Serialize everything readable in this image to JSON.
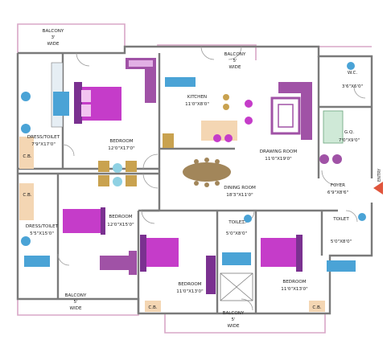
{
  "plan": {
    "entry_label": "ENTRY",
    "rooms": {
      "balcony_top_left": {
        "name": "BALCONY",
        "size1": "3'",
        "size2": "WIDE"
      },
      "balcony_top_mid": {
        "name": "BALCONY",
        "size1": "5'",
        "size2": "WIDE"
      },
      "wc": {
        "name": "W.C.",
        "size": "3'6\"X6'0\""
      },
      "kitchen": {
        "name": "KITCHEN",
        "size": "11'0\"X8'0\""
      },
      "bedroom1": {
        "name": "BEDROOM",
        "size": "12'0\"X17'0\""
      },
      "dress_toilet1": {
        "name": "DRESS/TOILET",
        "size": "7'9\"X17'0\""
      },
      "cb1": {
        "name": "C.B."
      },
      "drawing": {
        "name": "DRAWING ROOM",
        "size": "11'0\"X19'0\""
      },
      "gq": {
        "name": "G.Q.",
        "size": "7'0\"X9'0\""
      },
      "dining": {
        "name": "DINING ROOM",
        "size": "18'3\"X11'0\""
      },
      "foyer": {
        "name": "FOYER",
        "size": "6'9\"X8'6\""
      },
      "cb2": {
        "name": "C.B."
      },
      "bedroom2": {
        "name": "BEDROOM",
        "size": "12'0\"X15'0\""
      },
      "dress_toilet2": {
        "name": "DRESS/TOILET",
        "size": "5'5\"X15'0\""
      },
      "toilet_mid": {
        "name": "TOILET",
        "size": "5'0\"X8'0\""
      },
      "toilet_right": {
        "name": "TOILET",
        "size": "5'0\"X8'0\""
      },
      "bedroom3": {
        "name": "BEDROOM",
        "size": "11'0\"X13'0\""
      },
      "bedroom4": {
        "name": "BEDROOM",
        "size": "11'0\"X13'0\""
      },
      "balcony_bottom_left": {
        "name": "BALCONY",
        "size1": "5'",
        "size2": "WIDE"
      },
      "balcony_bottom_mid": {
        "name": "BALCONY",
        "size1": "5'",
        "size2": "WIDE"
      },
      "cb3": {
        "name": "C.B."
      },
      "cb4": {
        "name": "C.B."
      }
    }
  },
  "colors": {
    "wall": "#7a7a7a",
    "balcony_outline": "#d9a7c7",
    "furniture_purple": "#a052a6",
    "bed_magenta": "#c53cc9",
    "wood": "#c9a24f",
    "dining_table": "#a2865a",
    "fixture_blue": "#4aa3d6",
    "cupboard": "#f4d6b3",
    "entry_arrow": "#e0553c"
  }
}
